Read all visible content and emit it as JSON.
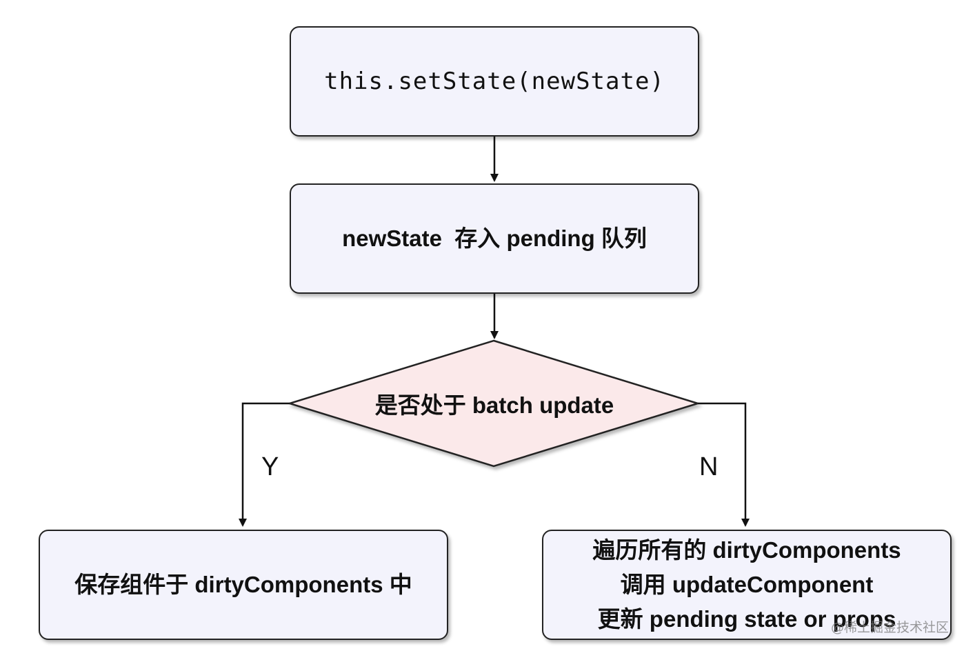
{
  "nodes": {
    "set_state": "this.setState(newState)",
    "pending_queue": "newState  存入 pending 队列",
    "decision": "是否处于 batch update",
    "save_dirty": "保存组件于 dirtyComponents 中",
    "update_lines": [
      "遍历所有的 dirtyComponents",
      "调用 updateComponent",
      "更新 pending state or props"
    ]
  },
  "branches": {
    "yes": "Y",
    "no": "N"
  },
  "watermark": "@稀土掘金技术社区",
  "colors": {
    "box_fill": "#f3f3fc",
    "diamond_fill": "#fbe9ea",
    "stroke": "#222222"
  }
}
